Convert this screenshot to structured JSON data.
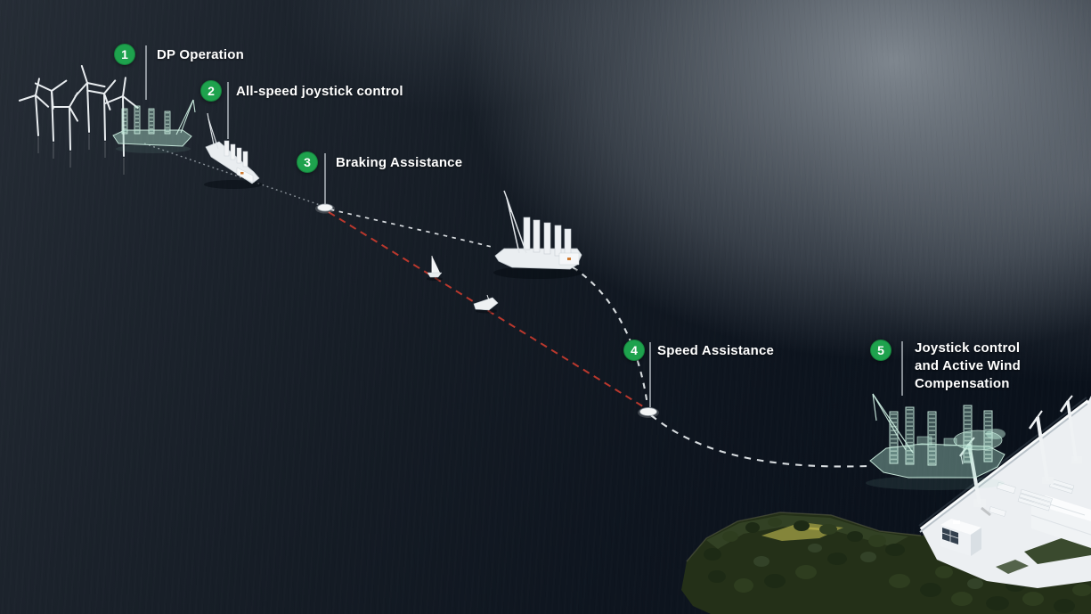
{
  "steps": [
    {
      "number": "1",
      "label": "DP Operation"
    },
    {
      "number": "2",
      "label": "All-speed joystick control"
    },
    {
      "number": "3",
      "label": "Braking Assistance"
    },
    {
      "number": "4",
      "label": "Speed Assistance"
    },
    {
      "number": "5",
      "label": "Joystick control and Active Wind Compensation"
    }
  ],
  "colors": {
    "step_badge_green": "#1ea24d",
    "label_text": "#ffffff",
    "route_planned_white": "#e3e7ea",
    "route_direct_red": "#c43a2e",
    "route_approach_grey": "#9aa2a9",
    "leader_grey": "#ccd3d9",
    "ghost_vessel_teal": "#a9dcc8",
    "ocean_dark": "#0c141e",
    "haze_grey": "#848c94",
    "land_green": "#243018",
    "port_white": "#eceff2"
  },
  "icons": {
    "wind_turbine": "offshore-wind-turbine",
    "waypoint_marker": "route-waypoint-dot",
    "ghost_vessel": "transparent-installation-vessel",
    "installation_vessel": "wind-turbine-installation-vessel"
  }
}
